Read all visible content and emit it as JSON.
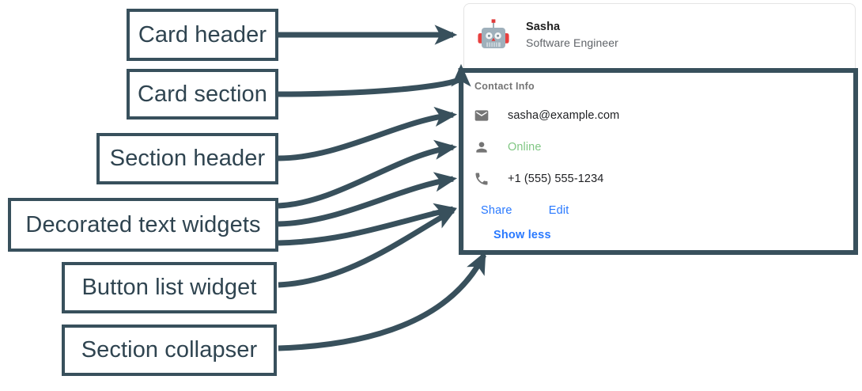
{
  "annotations": [
    {
      "id": "card-header",
      "label": "Card header"
    },
    {
      "id": "card-section",
      "label": "Card section"
    },
    {
      "id": "section-header",
      "label": "Section header"
    },
    {
      "id": "decorated",
      "label": "Decorated text widgets"
    },
    {
      "id": "button-list",
      "label": "Button list widget"
    },
    {
      "id": "collapser",
      "label": "Section collapser"
    }
  ],
  "card": {
    "header": {
      "avatar_icon": "robot-avatar-icon",
      "title": "Sasha",
      "subtitle": "Software Engineer"
    },
    "section": {
      "header": "Contact Info",
      "rows": [
        {
          "icon": "email-icon",
          "text": "sasha@example.com",
          "state": "normal"
        },
        {
          "icon": "person-icon",
          "text": "Online",
          "state": "online"
        },
        {
          "icon": "phone-icon",
          "text": "+1 (555) 555-1234",
          "state": "normal"
        }
      ],
      "buttons": [
        {
          "label": "Share"
        },
        {
          "label": "Edit"
        }
      ],
      "collapser": {
        "label": "Show less"
      }
    }
  },
  "colors": {
    "annotation": "#38505c",
    "link": "#2979ff",
    "online": "#81c784",
    "muted": "#757575",
    "text": "#202124",
    "card_border": "#e4e4e4"
  }
}
